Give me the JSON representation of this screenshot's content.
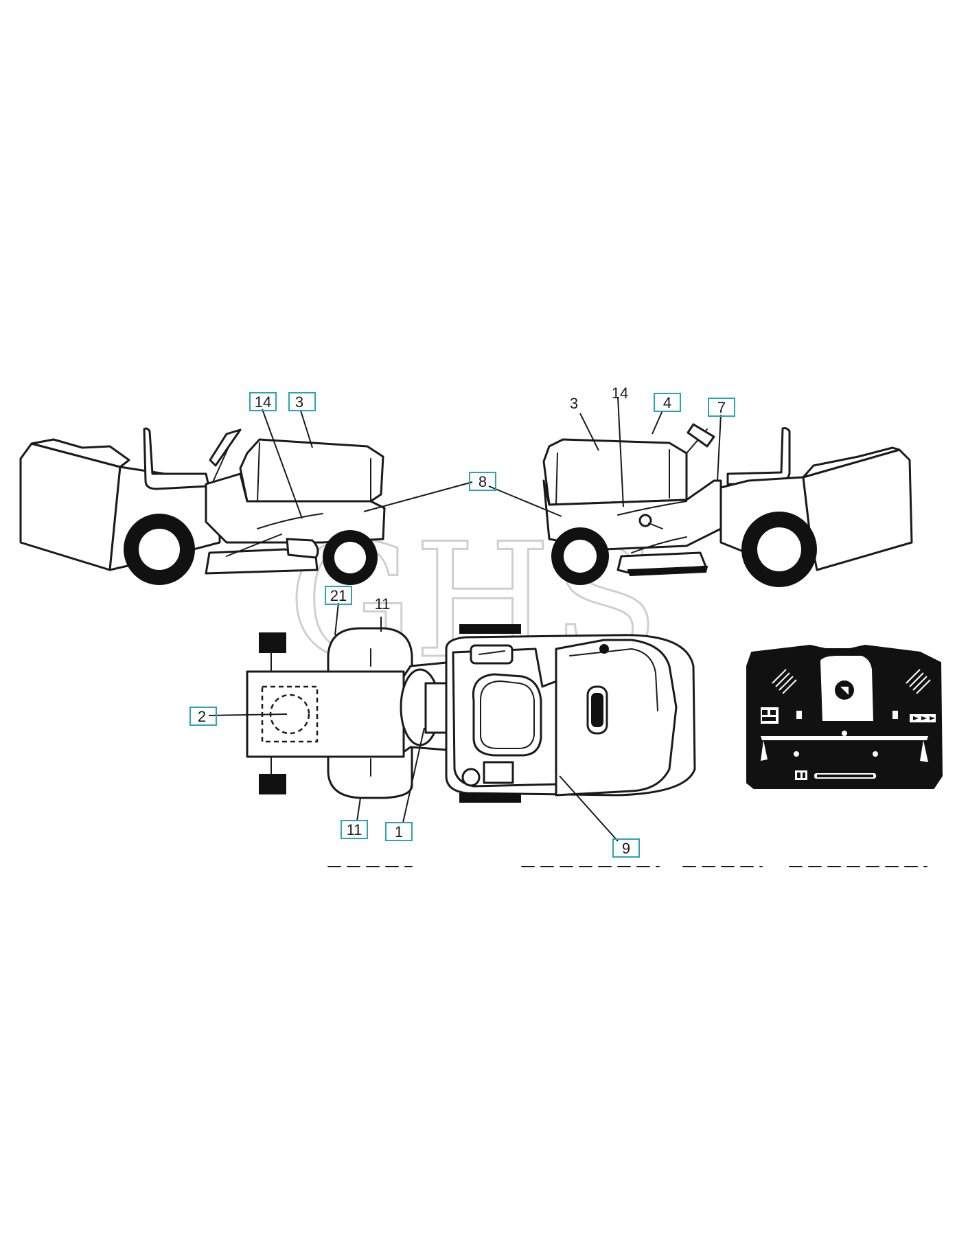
{
  "diagram": {
    "box_color": "#2aa3b5",
    "line_color": "#1a1a1a",
    "callouts": [
      {
        "id": "left-14",
        "text": "14",
        "boxed": true
      },
      {
        "id": "left-3",
        "text": "3",
        "boxed": true
      },
      {
        "id": "center-8",
        "text": "8",
        "boxed": true
      },
      {
        "id": "right-3",
        "text": "3",
        "boxed": false
      },
      {
        "id": "right-14",
        "text": "14",
        "boxed": false
      },
      {
        "id": "right-4",
        "text": "4",
        "boxed": true
      },
      {
        "id": "right-7",
        "text": "7",
        "boxed": true
      },
      {
        "id": "top-21",
        "text": "21",
        "boxed": true
      },
      {
        "id": "top-11-upper",
        "text": "11",
        "boxed": false
      },
      {
        "id": "top-2",
        "text": "2",
        "boxed": true
      },
      {
        "id": "top-11-lower",
        "text": "11",
        "boxed": true
      },
      {
        "id": "top-1",
        "text": "1",
        "boxed": true
      },
      {
        "id": "top-9",
        "text": "9",
        "boxed": true
      }
    ],
    "watermark": "GHS"
  }
}
